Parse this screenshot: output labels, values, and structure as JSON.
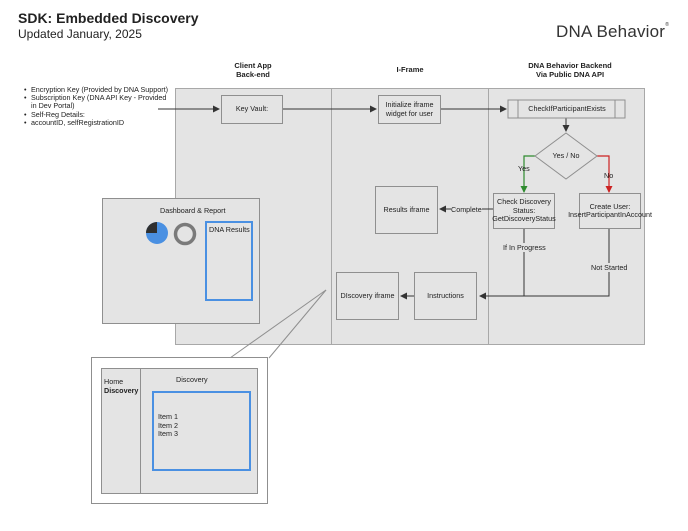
{
  "header": {
    "title": "SDK: Embedded Discovery",
    "subtitle": "Updated January, 2025",
    "logo_text": "DNA Behavior",
    "logo_mark": "®"
  },
  "prerequisites": [
    "Encryption Key (Provided by DNA Support)",
    "Subscription Key (DNA API Key - Provided in Dev Portal)",
    "Self-Reg Details:",
    "accountID, selfRegistrationID"
  ],
  "lanes": {
    "client": {
      "title_line1": "Client App",
      "title_line2": "Back-end"
    },
    "iframe": {
      "title": "I-Frame"
    },
    "backend": {
      "title_line1": "DNA Behavior Backend",
      "title_line2": "Via Public DNA API"
    }
  },
  "nodes": {
    "key_vault": "Key Vault:",
    "init_iframe": "Initialize iframe widget for user",
    "check_participant": "CheckIfParticipantExists",
    "decision": "Yes / No",
    "check_status": "Check Discovery Status: GetDiscoveryStatus",
    "create_user": "Create User: InsertParticipantInAccount",
    "results_iframe": "Results iframe",
    "instructions": "Instructions",
    "discovery_iframe": "DIscovery iframe"
  },
  "edge_labels": {
    "yes": "Yes",
    "no": "No",
    "complete": "Complete",
    "in_progress": "If In Progress",
    "not_started": "Not Started"
  },
  "dashboard": {
    "title": "Dashboard & Report",
    "results_label": "DNA Results"
  },
  "discovery_panel": {
    "sidebar_home": "Home",
    "sidebar_discovery": "Discovery",
    "title": "Discovery",
    "items": [
      "Item 1",
      "Item 2",
      "Item 3"
    ]
  },
  "colors": {
    "lane_fill": "#e4e4e4",
    "accent_blue": "#4a90e2",
    "yes_green": "#2e8b2e",
    "no_red": "#cc2222",
    "line": "#333333"
  }
}
